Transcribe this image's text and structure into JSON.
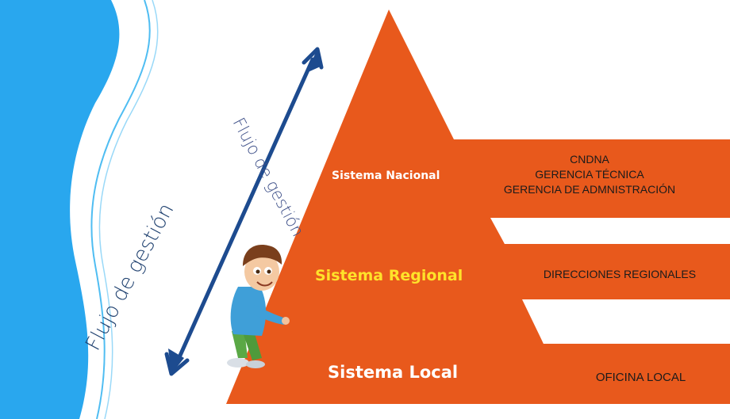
{
  "levels": {
    "nacional": "Sistema Nacional",
    "regional": "Sistema Regional",
    "local": "Sistema Local"
  },
  "bands": {
    "nacional": [
      "CNDNA",
      "GERENCIA TÉCNICA",
      "GERENCIA DE ADMNISTRACIÓN"
    ],
    "regional": "DIRECCIONES REGIONALES",
    "local": "OFICINA LOCAL"
  },
  "flow": {
    "outer_label": "Flujo de gestión",
    "inner_label": "Flujo de gestión"
  },
  "colors": {
    "pyramid": "#e8591c",
    "water": "#29a7ee",
    "arrow": "#1d4b8f",
    "regional_text": "#ffe22a"
  },
  "icons": {
    "character": "cartoon-boy-pointing-icon",
    "arrow": "double-headed-arrow-icon"
  }
}
